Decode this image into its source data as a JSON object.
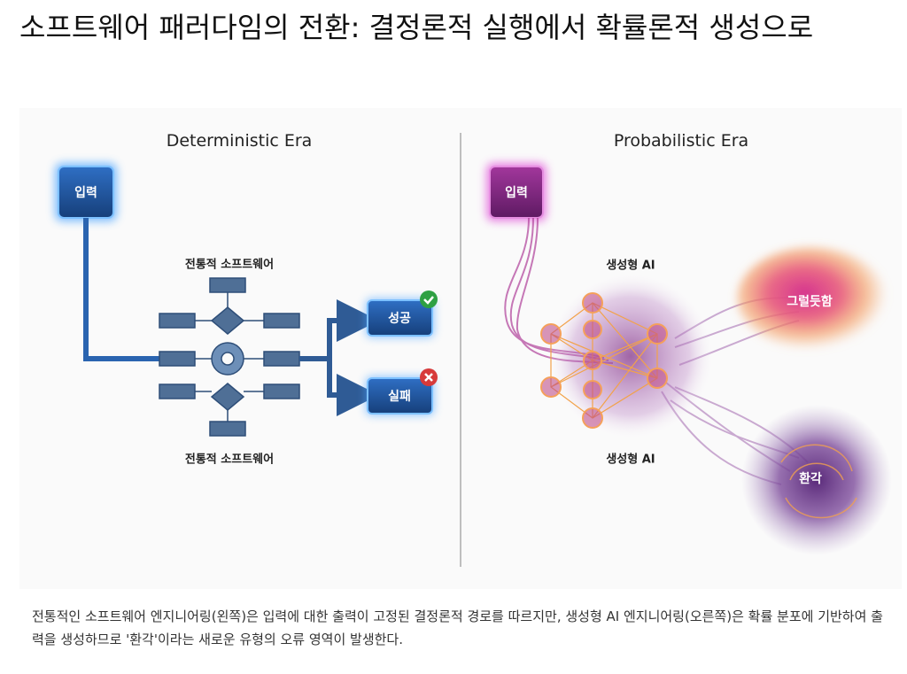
{
  "title": "소프트웨어 패러다임의 전환: 결정론적 실행에서 확률론적 생성으로",
  "figure": {
    "left": {
      "heading": "Deterministic Era",
      "input_label": "입력",
      "top_label": "전통적 소프트웨어",
      "bottom_label": "전통적 소프트웨어",
      "success_label": "성공",
      "failure_label": "실패",
      "accent": "#1f5fb4"
    },
    "right": {
      "heading": "Probabilistic Era",
      "input_label": "입력",
      "top_label": "생성형 AI",
      "bottom_label": "생성형 AI",
      "plausible_label": "그럴듯함",
      "hallucination_label": "환각",
      "accent": "#a0309a"
    }
  },
  "caption": "전통적인 소프트웨어 엔지니어링(왼쪽)은 입력에 대한 출력이 고정된 결정론적 경로를 따르지만, 생성형 AI 엔지니어링(오른쪽)은 확률 분포에 기반하여 출력을 생성하므로 '환각'이라는 새로운 유형의 오류 영역이 발생한다."
}
